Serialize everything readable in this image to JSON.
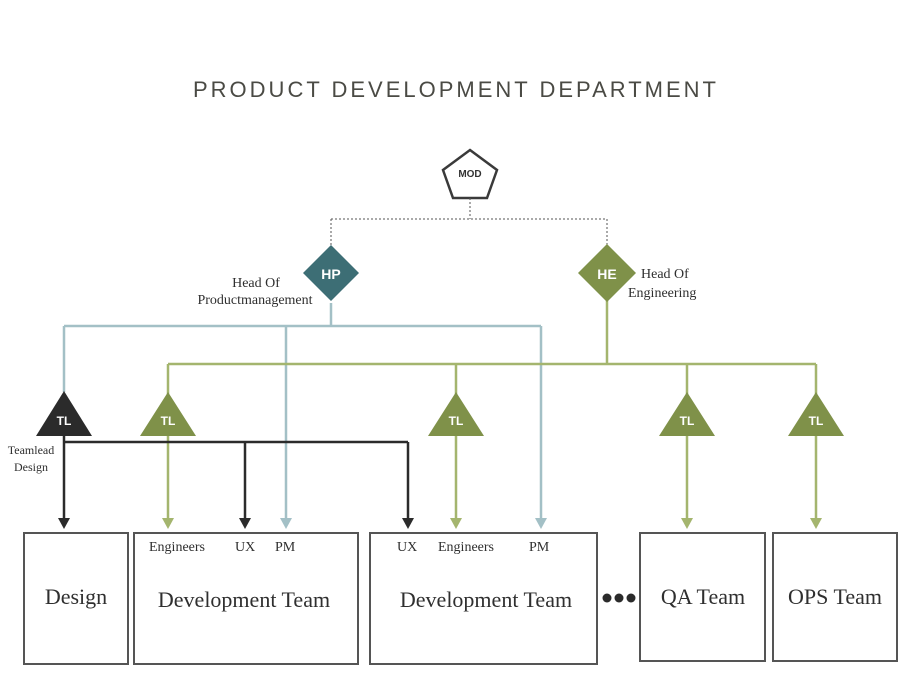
{
  "title": "PRODUCT DEVELOPMENT DEPARTMENT",
  "nodes": {
    "mod": "MOD",
    "hp": "HP",
    "he": "HE",
    "tl": "TL"
  },
  "annotations": {
    "hp_line1": "Head Of",
    "hp_line2": "Productmanagement",
    "he_line1": "Head Of",
    "he_line2": "Engineering",
    "tl_line1": "Teamlead",
    "tl_line2": "Design"
  },
  "sublabels": {
    "engineers": "Engineers",
    "ux": "UX",
    "pm": "PM"
  },
  "boxes": {
    "design": "Design",
    "dev_team": "Development Team",
    "qa_team": "QA Team",
    "ops_team": "OPS Team"
  },
  "colors": {
    "teal": "#3d6e75",
    "teal_line": "#a3c0c6",
    "olive": "#7f9149",
    "olive_line": "#a4b56e",
    "dark": "#2b2b2b",
    "box_border": "#555555"
  }
}
